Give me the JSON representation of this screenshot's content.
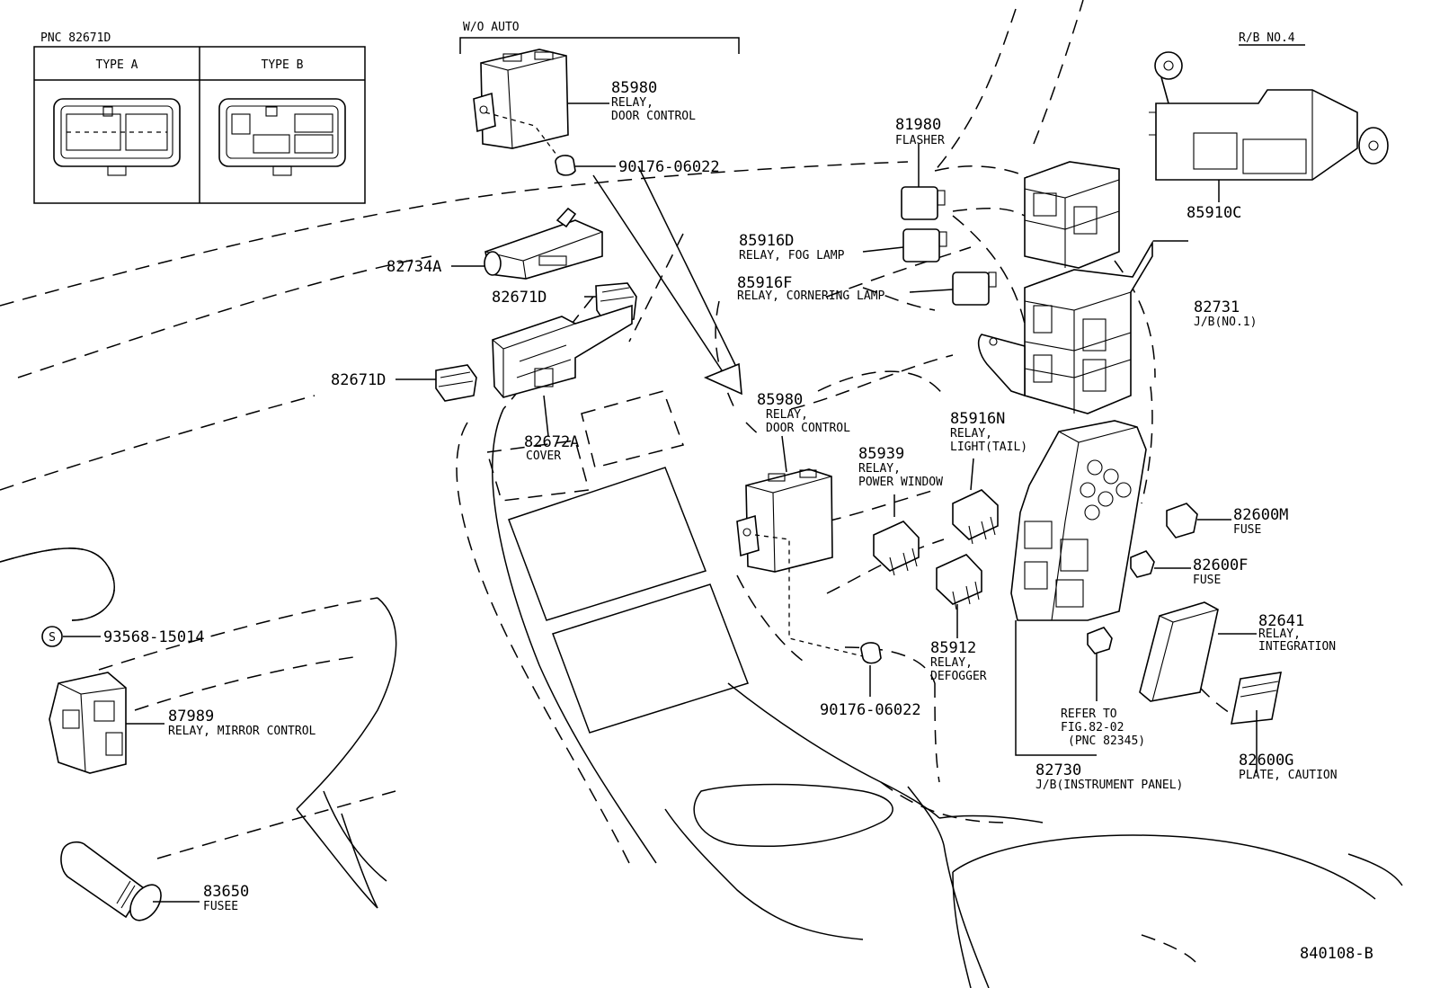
{
  "legend": {
    "pnc": "PNC 82671D",
    "type_a": "TYPE A",
    "type_b": "TYPE B"
  },
  "wo_auto": "W/O AUTO",
  "rb_no4": "R/B NO.4",
  "diagram_code": "840108-B",
  "parts": {
    "p85980_top": {
      "number": "85980",
      "desc1": "RELAY,",
      "desc2": "DOOR CONTROL"
    },
    "p90176_top": {
      "number": "90176-06022"
    },
    "p81980": {
      "number": "81980",
      "desc1": "FLASHER"
    },
    "p85916d": {
      "number": "85916D",
      "desc1": "RELAY, FOG LAMP"
    },
    "p85916f": {
      "number": "85916F",
      "desc1": "RELAY, CORNERING LAMP"
    },
    "p85910c": {
      "number": "85910C"
    },
    "p82731": {
      "number": "82731",
      "desc1": "J/B(NO.1)"
    },
    "p82734a": {
      "number": "82734A"
    },
    "p82671d_a": {
      "number": "82671D"
    },
    "p82671d_b": {
      "number": "82671D"
    },
    "p82672a": {
      "number": "82672A",
      "desc1": "COVER"
    },
    "p85980_mid": {
      "number": "85980",
      "desc1": "RELAY,",
      "desc2": "DOOR CONTROL"
    },
    "p85916n": {
      "number": "85916N",
      "desc1": "RELAY,",
      "desc2": "LIGHT(TAIL)"
    },
    "p85939": {
      "number": "85939",
      "desc1": "RELAY,",
      "desc2": "POWER WINDOW"
    },
    "p82600m": {
      "number": "82600M",
      "desc1": "FUSE"
    },
    "p82600f": {
      "number": "82600F",
      "desc1": "FUSE"
    },
    "p82641": {
      "number": "82641",
      "desc1": "RELAY,",
      "desc2": "INTEGRATION"
    },
    "p93568": {
      "number": "93568-15014"
    },
    "p87989": {
      "number": "87989",
      "desc1": "RELAY, MIRROR CONTROL"
    },
    "p85912": {
      "number": "85912",
      "desc1": "RELAY,",
      "desc2": "DEFOGGER"
    },
    "p90176_bot": {
      "number": "90176-06022"
    },
    "refer": {
      "line1": "REFER TO",
      "line2": "FIG.82-02",
      "line3": "(PNC 82345)"
    },
    "p82730": {
      "number": "82730",
      "desc1": "J/B(INSTRUMENT PANEL)"
    },
    "p82600g": {
      "number": "82600G",
      "desc1": "PLATE, CAUTION"
    },
    "p83650": {
      "number": "83650",
      "desc1": "FUSEE"
    }
  },
  "screw_symbol": "S"
}
